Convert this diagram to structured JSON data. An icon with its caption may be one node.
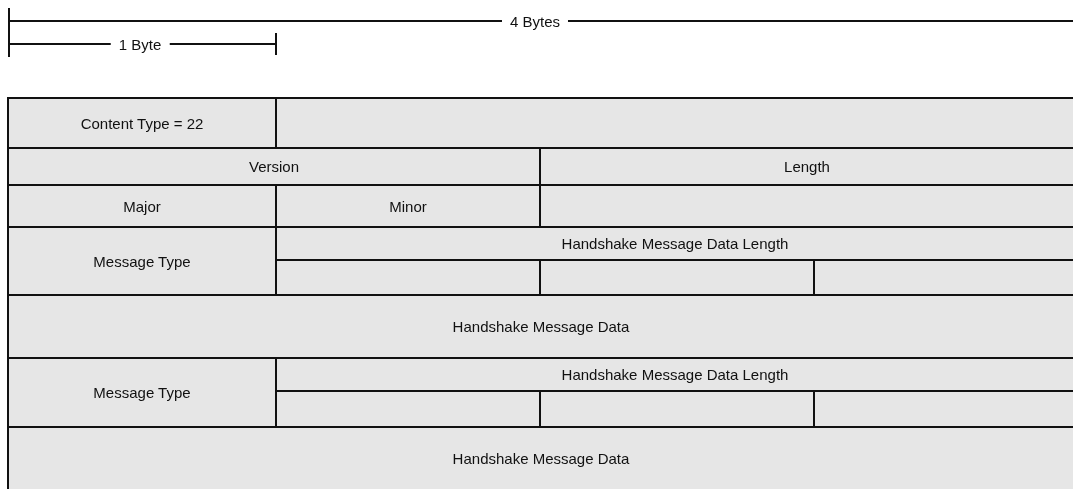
{
  "diagram": {
    "labels": [
      "4 Bytes",
      "1 Byte",
      "Content Type = 22",
      "Version",
      "Length",
      "Major",
      "Minor",
      "Message Type",
      "Handshake Message Data Length",
      "Handshake Message Data",
      "Message Type",
      "Handshake Message Data Length",
      "Handshake Message Data"
    ]
  }
}
